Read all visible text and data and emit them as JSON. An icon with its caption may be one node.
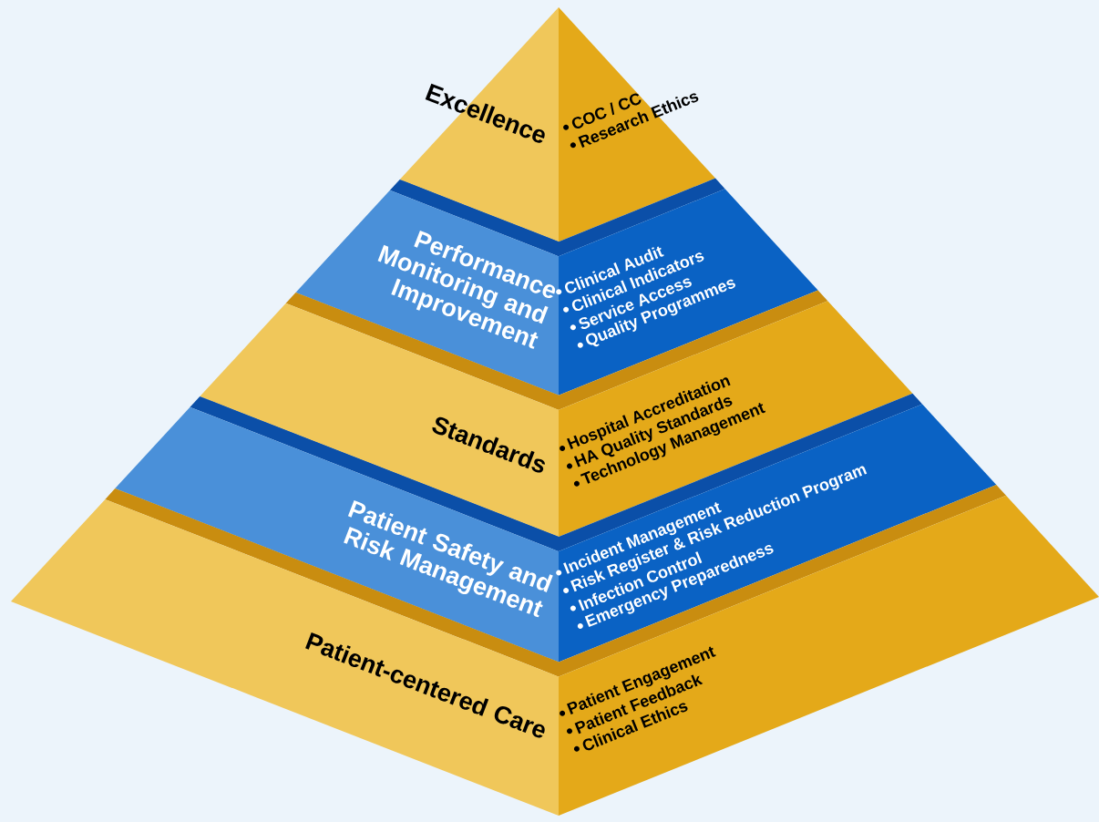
{
  "diagram": {
    "nodes": [
      {
        "text": [
          "Excellence",
          "COC / CC",
          "Research Ethics"
        ]
      },
      {
        "text": [
          "Performance Monitoring and Improvement",
          "Clinical Audit",
          "Clinical Indicators",
          "Service Access",
          "Quality Programmes"
        ]
      },
      {
        "text": [
          "Standards",
          "Hospital Accreditation",
          "HA Quality Standards",
          "Technology Management"
        ]
      },
      {
        "text": [
          "Patient Safety and Risk Management",
          "Incident Management",
          "Risk Register & Risk Reduction Program",
          "Infection Control",
          "Emergency Preparedness"
        ]
      },
      {
        "text": [
          "Patient-centered Care",
          "Patient Engagement",
          "Patient Feedback",
          "Clinical Ethics"
        ]
      }
    ]
  }
}
